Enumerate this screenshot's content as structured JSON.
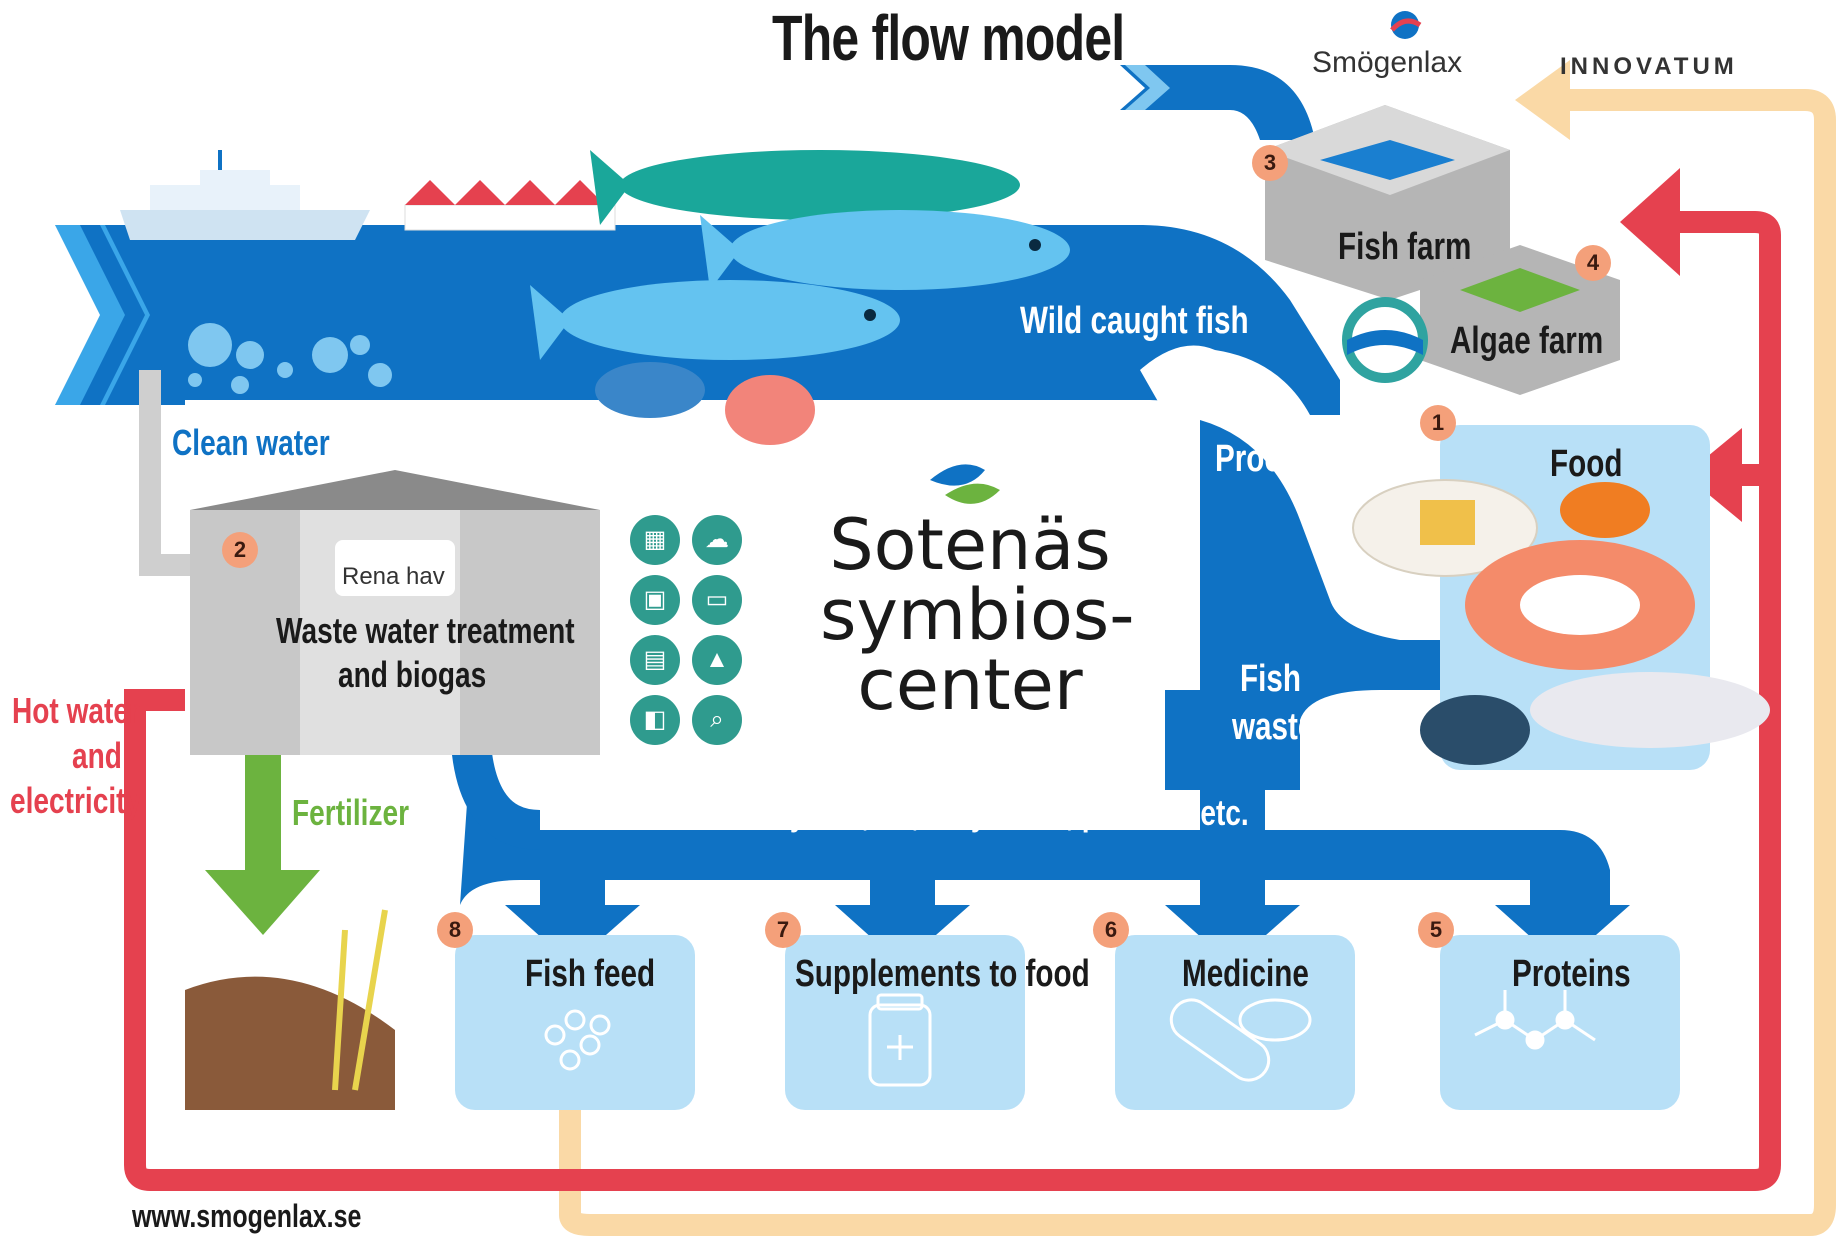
{
  "title": "The flow model",
  "logos": {
    "smogenlax": "Smögenlax",
    "innovatum": "INNOVATUM",
    "renahav": "Rena hav"
  },
  "center": {
    "line1": "Sotenäs",
    "line2": "symbios-",
    "line3": "center"
  },
  "labels": {
    "wild_caught_fish": "Wild caught fish",
    "clean_water": "Clean water",
    "processing": "Processing",
    "fish_waste_1": "Fish",
    "fish_waste_2": "waste",
    "enzymes": "Enzymes, fat, fatty acids, proteins etc.",
    "hot_water_1": "Hot water",
    "hot_water_2": "and",
    "hot_water_3": "electricity",
    "fertilizer": "Fertilizer",
    "waste_water_1": "Waste water treatment",
    "waste_water_2": "and biogas",
    "website": "www.smogenlax.se"
  },
  "nodes": {
    "food": {
      "num": "1",
      "label": "Food"
    },
    "waste_water": {
      "num": "2"
    },
    "fish_farm": {
      "num": "3",
      "label": "Fish farm"
    },
    "algae_farm": {
      "num": "4",
      "label": "Algae farm"
    },
    "proteins": {
      "num": "5",
      "label": "Proteins"
    },
    "medicine": {
      "num": "6",
      "label": "Medicine"
    },
    "supplements": {
      "num": "7",
      "label": "Supplements to food"
    },
    "fish_feed": {
      "num": "8",
      "label": "Fish feed"
    }
  },
  "icons": [
    "calculator-icon",
    "brain-icon",
    "briefcase-icon",
    "monitor-icon",
    "presentation-icon",
    "graduation-cap-icon",
    "book-icon",
    "microscope-icon"
  ],
  "colors": {
    "flow_blue": "#0f72c4",
    "red_loop": "#e5414f",
    "beige_loop": "#fad9a6",
    "box_blue": "#b8e0f7",
    "green": "#6cb33f",
    "badge": "#f4a07a"
  }
}
